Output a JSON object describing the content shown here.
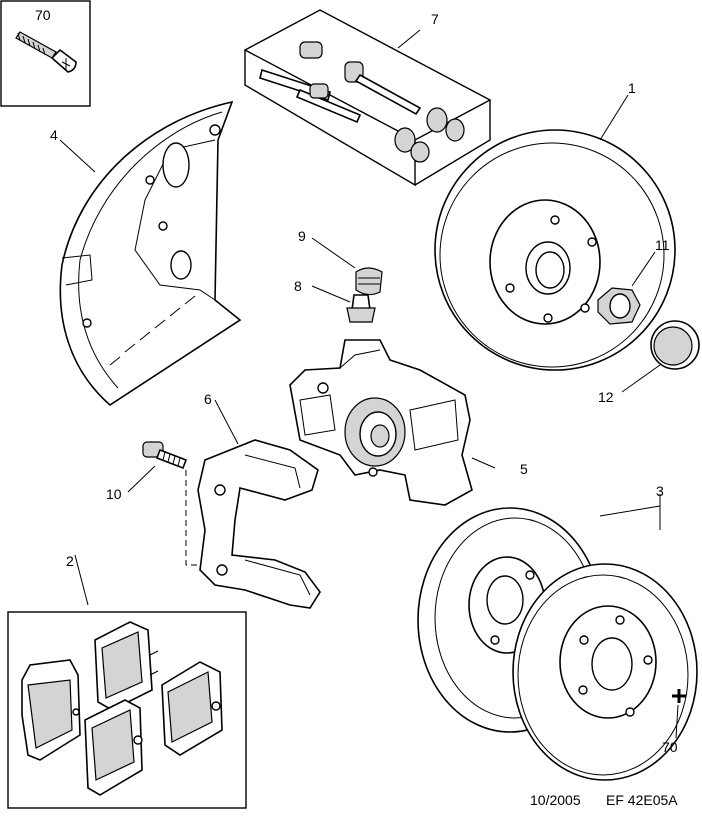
{
  "callouts": {
    "c70_top": "70",
    "c7": "7",
    "c1": "1",
    "c4": "4",
    "c9": "9",
    "c8": "8",
    "c11": "11",
    "c12": "12",
    "c6": "6",
    "c5": "5",
    "c10": "10",
    "c3": "3",
    "c2": "2",
    "c70_bottom": "70"
  },
  "footer": {
    "date": "10/2005",
    "code": "EF 42E05A"
  }
}
